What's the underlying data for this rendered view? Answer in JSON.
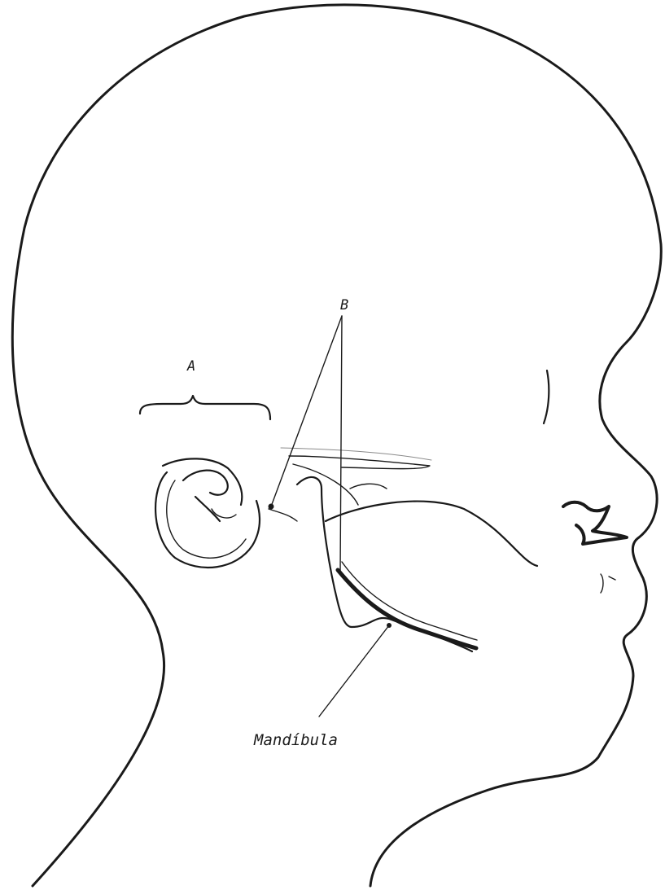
{
  "labels": {
    "a": "A",
    "b": "B",
    "mandibula": "Mandíbula"
  },
  "colors": {
    "ink": "#1a1a1a",
    "paper": "#ffffff"
  }
}
